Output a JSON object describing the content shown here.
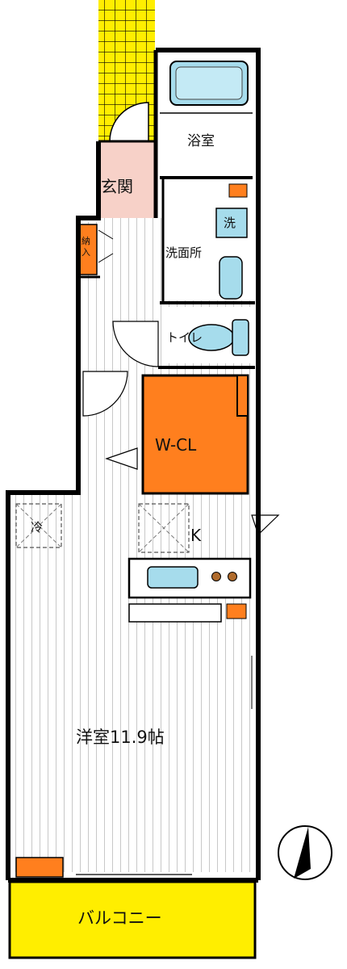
{
  "rooms": {
    "bath": "浴室",
    "entrance": "玄関",
    "storage": "納\n入",
    "washer": "洗",
    "washroom": "洗面所",
    "toilet": "トイレ",
    "walk_in_closet": "W-CL",
    "kitchen": "K",
    "fridge": "冷",
    "western_room": "洋室11.9帖",
    "balcony": "バルコニー"
  },
  "colors": {
    "wall": "#000000",
    "balcony_fill": "#ffee00",
    "closet_fill": "#ff7f1e",
    "entrance_fill": "#f7d1c8",
    "fixture_fill": "#a6dcec",
    "accent_orange": "#ff7f1e",
    "grid_yellow": "#ffee00"
  },
  "icons": {
    "compass": "north-arrow-icon",
    "stove": "stove-burner-icon"
  }
}
